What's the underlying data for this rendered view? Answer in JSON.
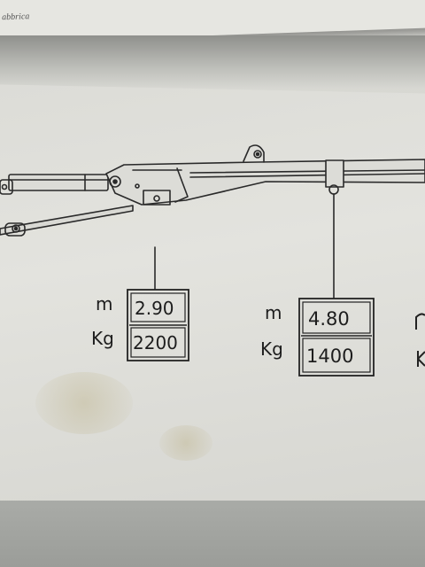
{
  "document": {
    "header_text": "abbrica"
  },
  "load_points": [
    {
      "distance_label": "m",
      "distance": "2.90",
      "weight_label": "Kg",
      "weight": "2200"
    },
    {
      "distance_label": "m",
      "distance": "4.80",
      "weight_label": "Kg",
      "weight": "1400"
    }
  ]
}
